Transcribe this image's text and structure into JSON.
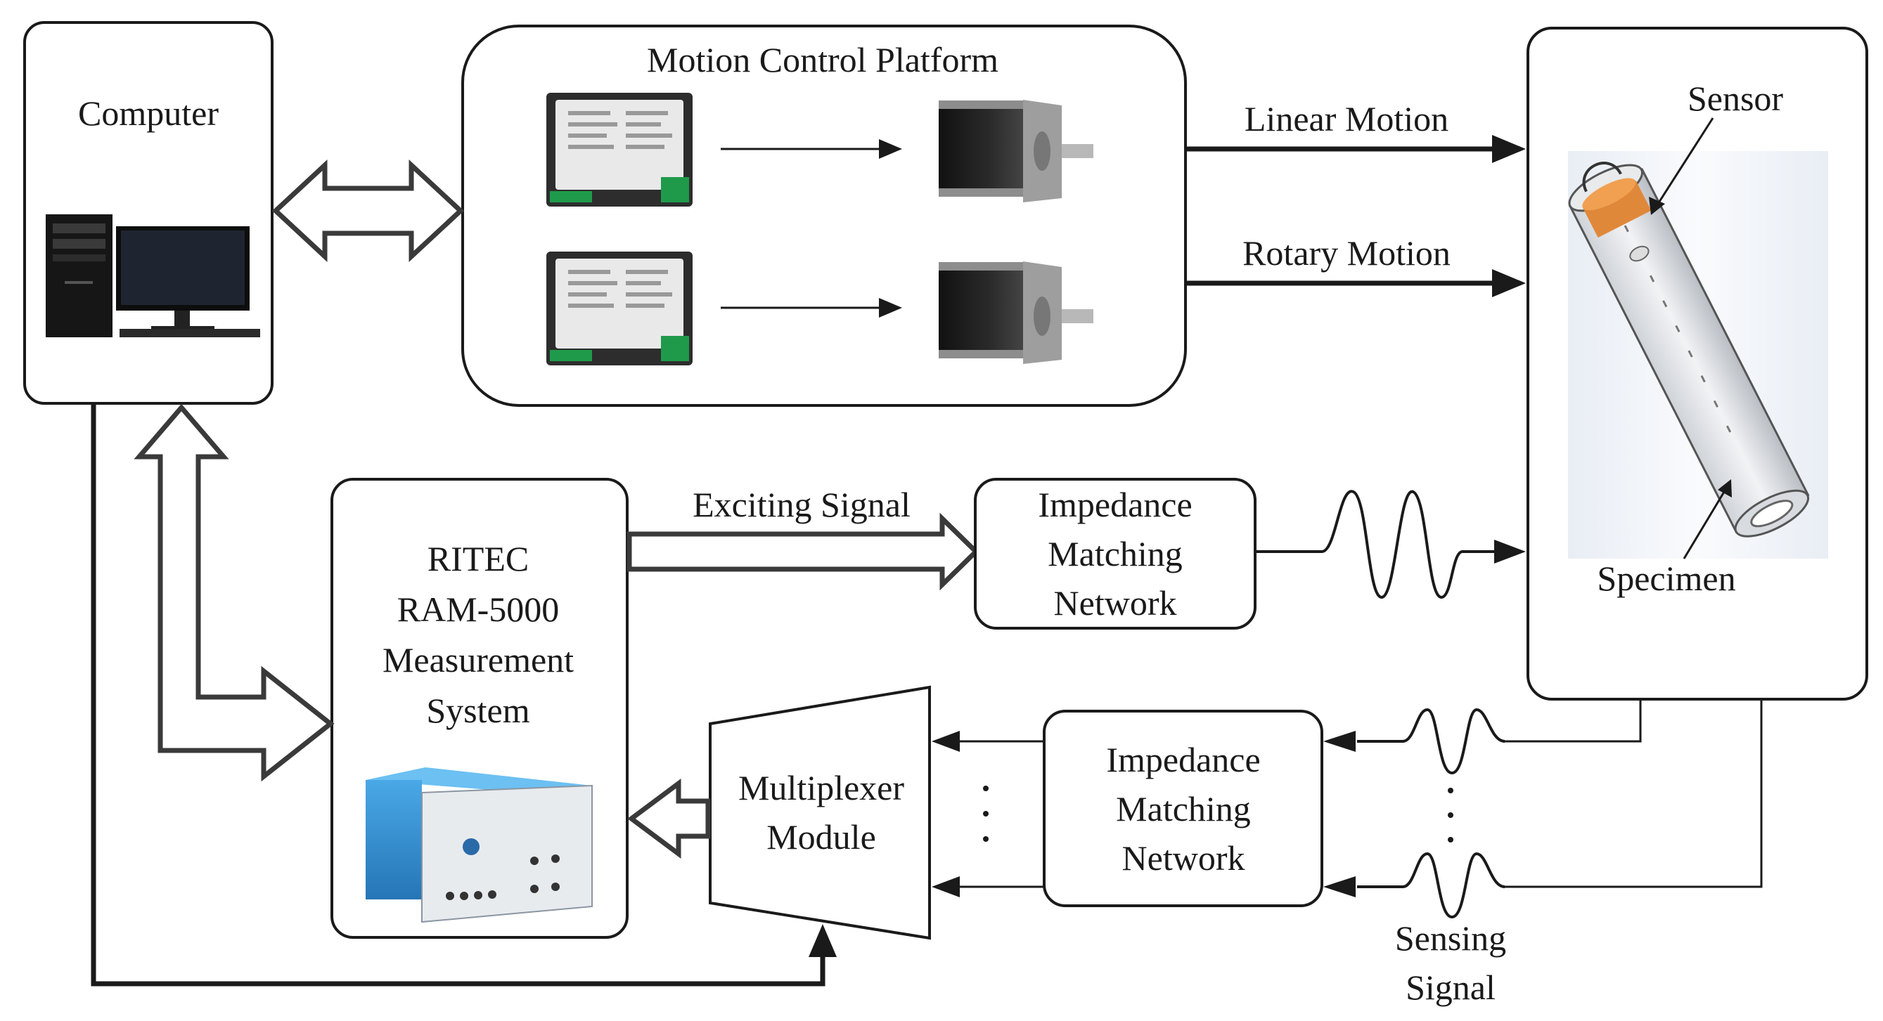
{
  "labels": {
    "computer": "Computer",
    "motion_platform": "Motion Control Platform",
    "linear_motion": "Linear Motion",
    "rotary_motion": "Rotary Motion",
    "sensor": "Sensor",
    "specimen": "Specimen",
    "exciting_signal": "Exciting Signal",
    "impedance_top": [
      "Impedance",
      "Matching",
      "Network"
    ],
    "ritec": [
      "RITEC",
      "RAM-5000",
      "Measurement",
      "System"
    ],
    "multiplexer": [
      "Multiplexer",
      "Module"
    ],
    "impedance_bottom": [
      "Impedance",
      "Matching",
      "Network"
    ],
    "sensing_signal": [
      "Sensing",
      "Signal"
    ],
    "dots": "·"
  },
  "icons": {
    "computer": "desktop-computer-icon",
    "driver": "motor-driver-board-icon",
    "motor": "stepper-motor-icon",
    "instrument": "measurement-instrument-icon",
    "specimen": "tube-specimen-icon"
  },
  "colors": {
    "instrument_blue": "#2f8fd0",
    "coil_orange": "#e0883a",
    "driver_green": "#1f9a4a"
  }
}
